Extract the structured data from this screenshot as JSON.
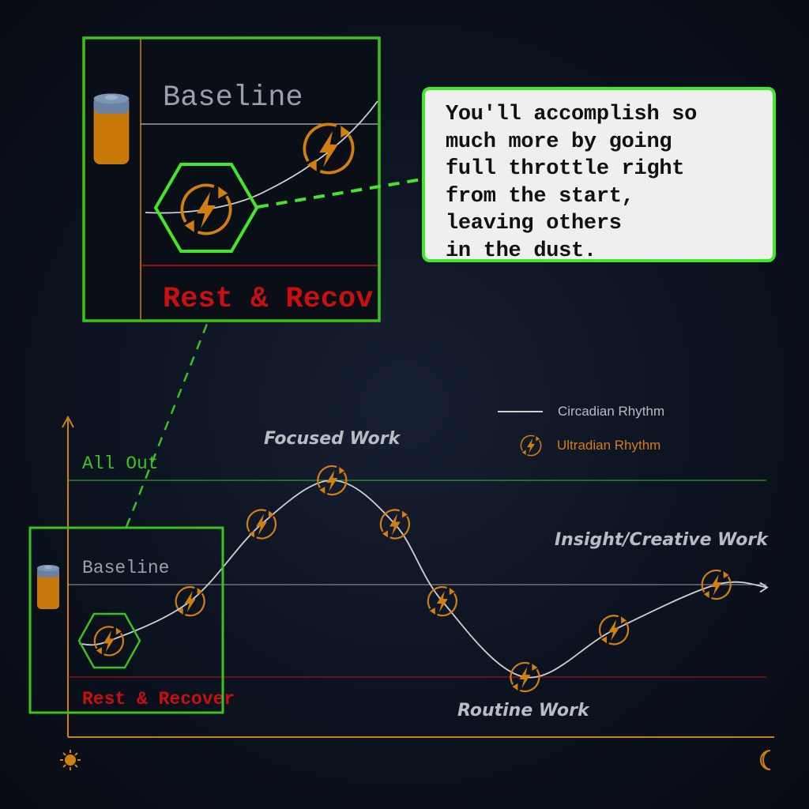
{
  "colors": {
    "axis": "#d17f0e",
    "allout": "#3ac21f",
    "baseline": "#9aa0aa",
    "rest": "#c90f0f",
    "highlight": "#44e62c",
    "curve": "#d0d0d0",
    "ultradian": "#d17f0e"
  },
  "inset": {
    "baseline_label": "Baseline",
    "rest_label": "Rest & Recov"
  },
  "callout": {
    "text": "You'll accomplish so\nmuch more by going\nfull throttle right\nfrom the start,\nleaving others\nin the dust."
  },
  "legend": {
    "circadian": "Circadian Rhythm",
    "ultradian": "Ultradian Rhythm"
  },
  "chart_data": {
    "type": "line",
    "levels": [
      {
        "name": "Rest & Recover",
        "value": 0
      },
      {
        "name": "Baseline",
        "value": 1
      },
      {
        "name": "All Out",
        "value": 2
      }
    ],
    "annotations": [
      "Focused Work",
      "Insight/Creative Work",
      "Routine Work"
    ],
    "x_start_icon": "sun-icon",
    "x_end_icon": "moon-icon",
    "circadian": {
      "x": [
        0.016,
        0.058,
        0.173,
        0.274,
        0.374,
        0.463,
        0.53,
        0.647,
        0.773,
        0.918,
        0.99
      ],
      "y": [
        0.36,
        0.39,
        0.82,
        1.58,
        2.0,
        1.58,
        0.82,
        0.0,
        0.51,
        1.0,
        0.97
      ]
    },
    "ultradian_points": {
      "x": [
        0.058,
        0.173,
        0.274,
        0.374,
        0.463,
        0.53,
        0.647,
        0.773,
        0.918
      ],
      "y": [
        0.39,
        0.82,
        1.58,
        2.0,
        1.58,
        0.82,
        0.0,
        0.51,
        1.0
      ]
    },
    "highlighted_point_index": 0
  }
}
